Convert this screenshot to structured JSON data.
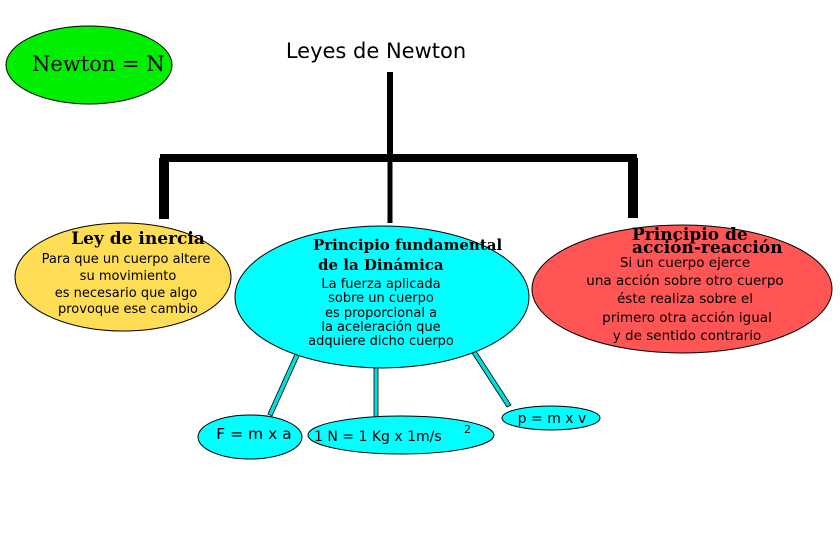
{
  "unit_badge": {
    "text": "Newton = N",
    "color": "#00ee00"
  },
  "title": "Leyes de Newton",
  "laws": {
    "inercia": {
      "title": "Ley de inercia",
      "lines": [
        "Para que un cuerpo altere",
        "su movimiento",
        "es necesario que algo",
        "provoque ese cambio"
      ],
      "color": "#ffdd55"
    },
    "dinamica": {
      "title_lines": [
        "Principio fundamental",
        "de la Dinámica"
      ],
      "lines": [
        "La fuerza aplicada",
        "sobre un cuerpo",
        "es proporcional a",
        "la aceleración que",
        "adquiere dicho cuerpo"
      ],
      "color": "#00ffff"
    },
    "accion": {
      "title_lines": [
        "Principio de",
        "acción-reacción"
      ],
      "lines": [
        "Si un cuerpo ejerce",
        "una acción sobre otro cuerpo",
        "éste realiza sobre el",
        "primero otra acción igual",
        "y de sentido contrario"
      ],
      "color": "#ff5555"
    }
  },
  "formulas": {
    "force": "F = m x a",
    "newton_def": "1 N = 1 Kg x 1m/s",
    "newton_def_exp": "2",
    "momentum": "p = m x v"
  }
}
